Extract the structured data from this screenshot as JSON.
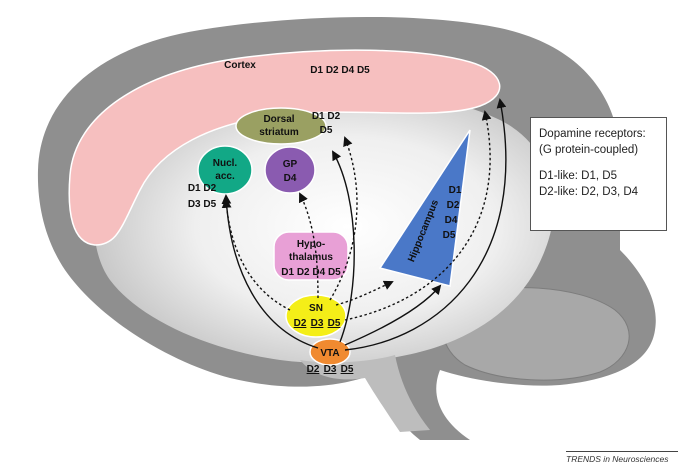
{
  "regions": {
    "cortex": {
      "name": "Cortex",
      "receptors": "D1 D2 D4 D5"
    },
    "dorsal_striatum": {
      "name_line1": "Dorsal",
      "name_line2": "striatum",
      "receptors_line1": "D1 D2",
      "receptors_line2": "D5"
    },
    "nucleus_accumbens": {
      "name_line1": "Nucl.",
      "name_line2": "acc.",
      "receptors_line1": "D1 D2",
      "receptors_line2": "D3 D5"
    },
    "globus_pallidus": {
      "name": "GP",
      "receptors": "D4"
    },
    "hypothalamus": {
      "name_line1": "Hypo-",
      "name_line2": "thalamus",
      "receptors": "D1 D2 D4 D5"
    },
    "hippocampus": {
      "name": "Hippocampus",
      "receptors": [
        "D1",
        "D2",
        "D4",
        "D5"
      ]
    },
    "substantia_nigra": {
      "name": "SN",
      "receptors": [
        "D2",
        "D3",
        "D5"
      ]
    },
    "vta": {
      "name": "VTA",
      "receptors": [
        "D2",
        "D3",
        "D5"
      ]
    }
  },
  "legend": {
    "title_line1": "Dopamine receptors:",
    "title_line2": "(G protein-coupled)",
    "d1_like": "D1-like: D1, D5",
    "d2_like": "D2-like: D2, D3, D4"
  },
  "footer": "TRENDS in Neurosciences",
  "colors": {
    "cortex": "#f6bfbf",
    "dorsal_striatum": "#9aa062",
    "nucleus_accumbens": "#12a886",
    "globus_pallidus": "#8a5bb0",
    "hypothalamus": "#e8a0d6",
    "hippocampus": "#4a78c8",
    "substantia_nigra": "#f4ee18",
    "vta": "#f08a30",
    "brain_outline": "#8a8a8a",
    "brain_inner": "#e9e9e9"
  }
}
